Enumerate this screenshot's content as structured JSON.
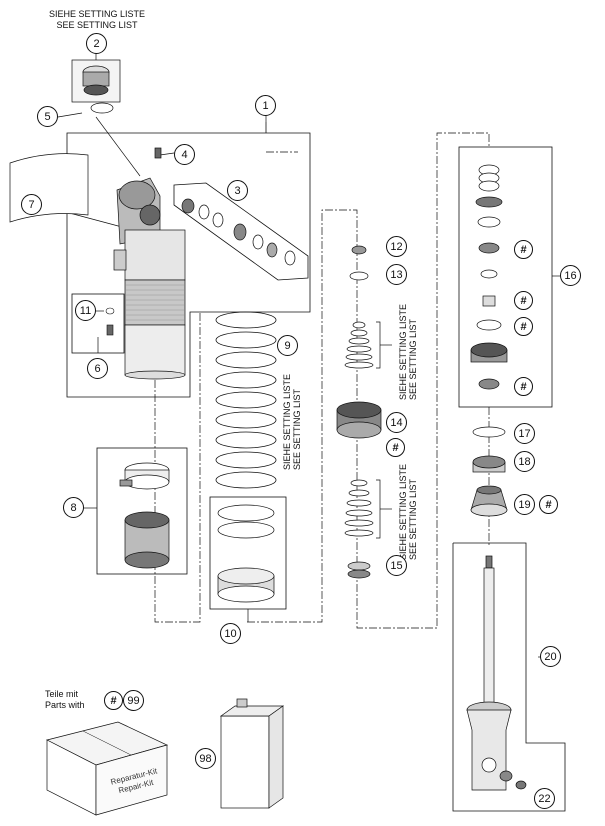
{
  "header": {
    "setting_de": "SIEHE SETTING LISTE",
    "setting_en": "SEE SETTING LIST"
  },
  "vertical_labels": {
    "spring": {
      "de": "SIEHE SETTING LISTE",
      "en": "SEE SETTING LIST"
    },
    "shims_upper": {
      "de": "SIEHE SETTING LISTE",
      "en": "SEE SETTING LIST"
    },
    "shims_lower": {
      "de": "SIEHE SETTING LISTE",
      "en": "SEE SETTING LIST"
    }
  },
  "parts": [
    "1",
    "2",
    "3",
    "4",
    "5",
    "6",
    "7",
    "8",
    "9",
    "10",
    "11",
    "12",
    "13",
    "14",
    "15",
    "16",
    "17",
    "18",
    "19",
    "20",
    "22",
    "98",
    "99"
  ],
  "hash_symbol": "#",
  "legend": {
    "line1": "Teile mit",
    "line2": "Parts with",
    "code": "99"
  },
  "kit_box": {
    "line1": "Reparatur-Kit",
    "line2": "Repair-Kit"
  },
  "colors": {
    "line": "#111111",
    "part": "#dddddd"
  }
}
